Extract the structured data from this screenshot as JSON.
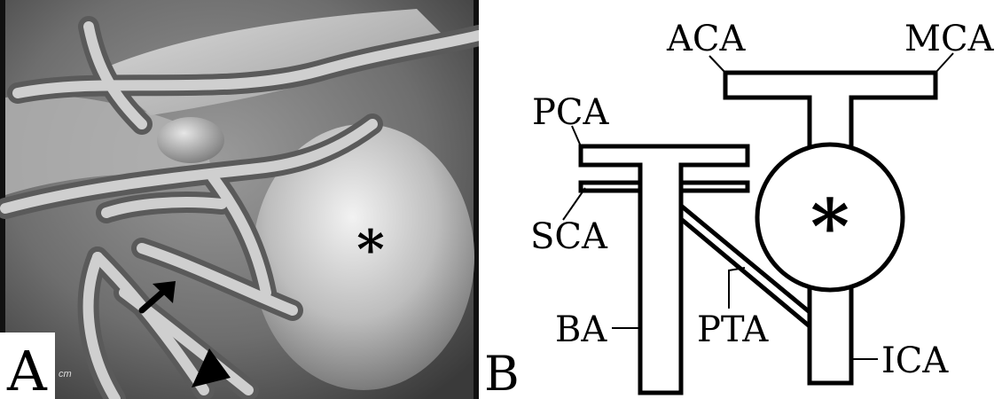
{
  "panel_a": {
    "letter": "A",
    "scale_unit": "cm",
    "aneurysm_marker": "*"
  },
  "panel_b": {
    "letter": "B",
    "aneurysm_marker": "*",
    "labels": {
      "aca": "ACA",
      "mca": "MCA",
      "pca": "PCA",
      "sca": "SCA",
      "ba": "BA",
      "pta": "PTA",
      "ica": "ICA"
    }
  }
}
